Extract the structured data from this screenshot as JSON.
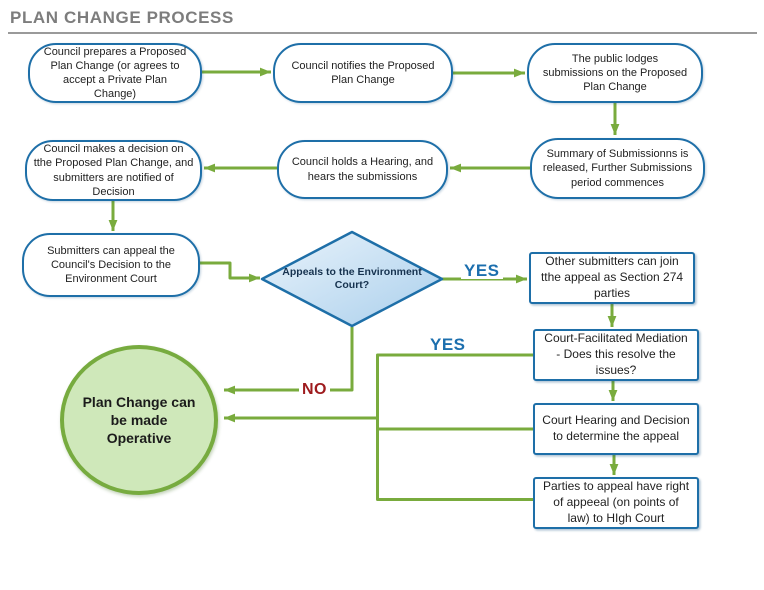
{
  "title": "PLAN CHANGE PROCESS",
  "nodes": {
    "prepare": {
      "label": "Council prepares a Proposed Plan Change (or agrees to accept a Private Plan Change)"
    },
    "notify": {
      "label": "Council notifies the Proposed Plan Change"
    },
    "lodge": {
      "label": "The public lodges submissions on the Proposed Plan Change"
    },
    "decision": {
      "label": "Council makes a decision on tthe Proposed Plan Change, and submitters are notified of Decision"
    },
    "hearing": {
      "label": "Council holds a Hearing, and hears the submissions"
    },
    "summary": {
      "label": "Summary of Submissionns is released, Further Submissions period commences"
    },
    "appeal": {
      "label": "Submitters can appeal the Council's Decision to the Environment Court"
    },
    "appeals_diamond": {
      "label": "Appeals to the Environment Court?"
    },
    "join274": {
      "label": "Other submitters can join tthe appeal as Section 274 parties"
    },
    "mediation": {
      "label": "Court-Facilitated Mediation - Does this resolve the issues?"
    },
    "court_hearing": {
      "label": "Court Hearing and Decision to determine the appeal"
    },
    "high_court": {
      "label": "Parties to appeal have right of appeeal (on points of law) to HIgh Court"
    },
    "operative": {
      "label": "Plan Change can be made Operative"
    }
  },
  "edge_labels": {
    "yes_appeal": "YES",
    "yes_mediation": "YES",
    "no_appeal": "NO"
  },
  "colors": {
    "connector_green": "#79ab3d",
    "node_border_blue": "#1e6fa8",
    "diamond_fill": "#b9d9f0",
    "circle_fill": "#cfe8ba",
    "circle_border": "#77ab3f",
    "yes_label_blue": "#1c6fae",
    "no_label_red": "#9e1b1e",
    "title_gray": "#7d7d7d"
  }
}
